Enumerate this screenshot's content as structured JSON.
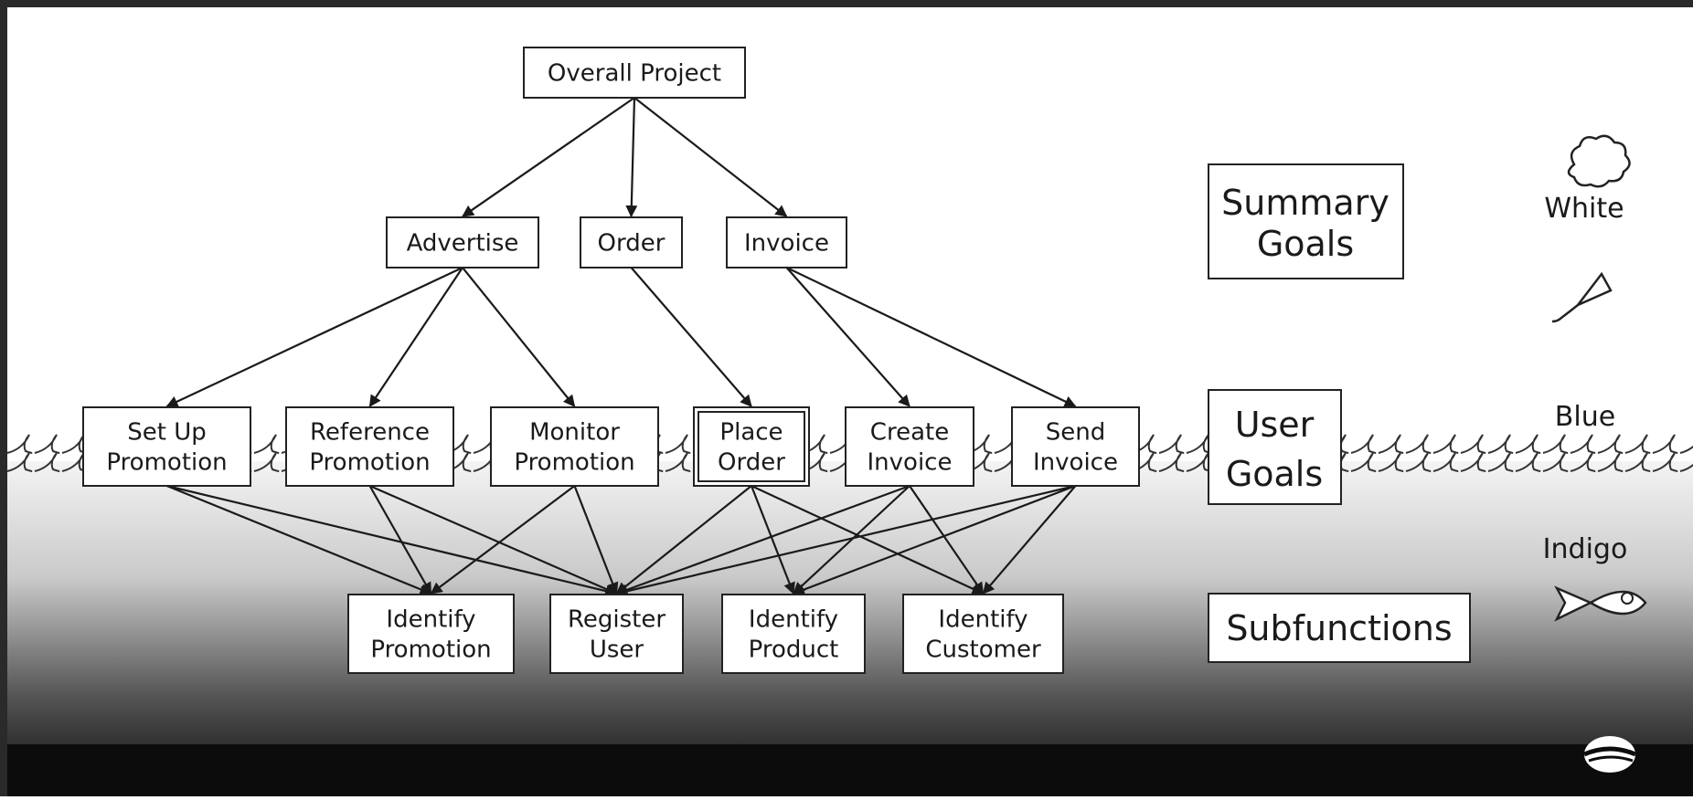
{
  "nodes": {
    "overall": [
      "Overall Project"
    ],
    "advertise": [
      "Advertise"
    ],
    "order": [
      "Order"
    ],
    "invoice": [
      "Invoice"
    ],
    "setup": [
      "Set Up",
      "Promotion"
    ],
    "reference": [
      "Reference",
      "Promotion"
    ],
    "monitor": [
      "Monitor",
      "Promotion"
    ],
    "place": [
      "Place",
      "Order"
    ],
    "create": [
      "Create",
      "Invoice"
    ],
    "send": [
      "Send",
      "Invoice"
    ],
    "idpromo": [
      "Identify",
      "Promotion"
    ],
    "register": [
      "Register",
      "User"
    ],
    "idproduct": [
      "Identify",
      "Product"
    ],
    "idcustomer": [
      "Identify",
      "Customer"
    ]
  },
  "levels": {
    "summary": [
      "Summary",
      "Goals"
    ],
    "user": [
      "User",
      "Goals"
    ],
    "sub": [
      "Subfunctions"
    ]
  },
  "color_labels": {
    "white": "White",
    "blue": "Blue",
    "indigo": "Indigo"
  },
  "icons": {
    "white": "cloud-icon",
    "kite": "kite-icon",
    "indigo": "fish-icon",
    "black": "clam-icon"
  },
  "edges": [
    [
      "overall",
      "advertise"
    ],
    [
      "overall",
      "order"
    ],
    [
      "overall",
      "invoice"
    ],
    [
      "advertise",
      "setup"
    ],
    [
      "advertise",
      "reference"
    ],
    [
      "advertise",
      "monitor"
    ],
    [
      "order",
      "place"
    ],
    [
      "invoice",
      "create"
    ],
    [
      "invoice",
      "send"
    ],
    [
      "setup",
      "idpromo"
    ],
    [
      "setup",
      "register"
    ],
    [
      "reference",
      "idpromo"
    ],
    [
      "reference",
      "register"
    ],
    [
      "monitor",
      "idpromo"
    ],
    [
      "monitor",
      "register"
    ],
    [
      "place",
      "register"
    ],
    [
      "place",
      "idproduct"
    ],
    [
      "place",
      "idcustomer"
    ],
    [
      "create",
      "register"
    ],
    [
      "create",
      "idproduct"
    ],
    [
      "create",
      "idcustomer"
    ],
    [
      "send",
      "register"
    ],
    [
      "send",
      "idproduct"
    ],
    [
      "send",
      "idcustomer"
    ]
  ],
  "colors": {
    "ink": "#1a1a1a",
    "box_fill": "#ffffff",
    "sea_top": "#f2f2f2",
    "sea_bottom": "#0d0d0d"
  }
}
